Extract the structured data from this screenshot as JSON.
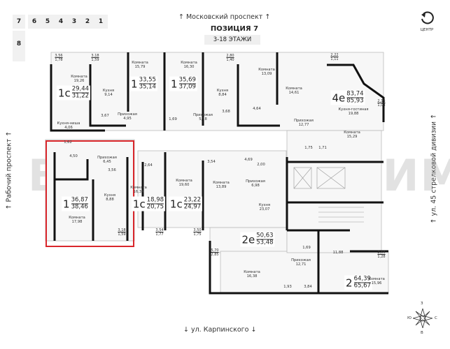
{
  "floor_selector": {
    "floors": [
      "7",
      "6",
      "5",
      "4",
      "3",
      "2",
      "1",
      "8"
    ],
    "selected": "7"
  },
  "header": {
    "title": "ПОЗИЦИЯ 7",
    "subtitle": "3-18 ЭТАЖИ"
  },
  "center_button": {
    "label": "ЦЕНТР",
    "icon": "rotate-ccw-icon"
  },
  "streets": {
    "top": "↑ Московский проспект ↑",
    "bottom": "↓ ул. Карпинского ↓",
    "left": "↑ Рабочий проспект ↑",
    "right": "↑ ул. 45 стрелковой дивизии ↑"
  },
  "watermark": "ВСЯ НЕДВИЖИМОСТЬ",
  "highlight_color": "#d9262b",
  "apartments": [
    {
      "type": "1с",
      "area": "29,44",
      "total": "31,22"
    },
    {
      "type": "1",
      "area": "33,55",
      "total": "35,14"
    },
    {
      "type": "1",
      "area": "35,69",
      "total": "37,09"
    },
    {
      "type": "4е",
      "area": "83,74",
      "total": "85,93"
    },
    {
      "type": "1",
      "area": "36,87",
      "total": "38,46"
    },
    {
      "type": "1с",
      "area": "18,98",
      "total": "20,75"
    },
    {
      "type": "1с",
      "area": "23,22",
      "total": "24,97"
    },
    {
      "type": "2е",
      "area": "50,63",
      "total": "53,48"
    },
    {
      "type": "2",
      "area": "64,39",
      "total": "65,67"
    }
  ],
  "rooms": [
    {
      "name": "Комната",
      "area": "19,26"
    },
    {
      "name": "Кухня-ниша",
      "area": "4,06"
    },
    {
      "name": "Кухня",
      "area": "9,14"
    },
    {
      "name": "Прихожая",
      "area": "4,95"
    },
    {
      "name": "Комната",
      "area": "15,79"
    },
    {
      "name": "Комната",
      "area": "16,30"
    },
    {
      "name": "Прихожая",
      "area": "5,18"
    },
    {
      "name": "Кухня",
      "area": "8,84"
    },
    {
      "name": "Комната",
      "area": "13,09"
    },
    {
      "name": "Комната",
      "area": "14,61"
    },
    {
      "name": "Кухня-гостиная",
      "area": "19,88"
    },
    {
      "name": "Прихожая",
      "area": "12,77"
    },
    {
      "name": "Комната",
      "area": "15,29"
    },
    {
      "name": "Прихожая",
      "area": "6,45"
    },
    {
      "name": "Кухня",
      "area": "8,88"
    },
    {
      "name": "Комната",
      "area": "17,98"
    },
    {
      "name": "Комната",
      "area": "16,34"
    },
    {
      "name": "Комната",
      "area": "19,60"
    },
    {
      "name": "Комната",
      "area": "13,89"
    },
    {
      "name": "Прихожая",
      "area": "6,98"
    },
    {
      "name": "Кухня",
      "area": "23,07"
    },
    {
      "name": "Комната",
      "area": "16,38"
    },
    {
      "name": "Прихожая",
      "area": "12,71"
    },
    {
      "name": "Комната",
      "area": "15,96"
    }
  ],
  "areas": [
    "3,67",
    "1,69",
    "3,68",
    "4,64",
    "1,62",
    "4,50",
    "3,56",
    "2,64",
    "3,54",
    "4,69",
    "2,00",
    "1,75",
    "1,71",
    "1,69",
    "11,88",
    "1,93",
    "3,84"
  ],
  "balconies": [
    {
      "a": "3,56",
      "b": "1,78"
    },
    {
      "a": "3,18",
      "b": "1,59"
    },
    {
      "a": "2,80",
      "b": "1,40"
    },
    {
      "a": "2,22",
      "b": "1,11"
    },
    {
      "a": "2,16",
      "b": "1,08"
    },
    {
      "a": "3,18",
      "b": "1,59"
    },
    {
      "a": "3,54",
      "b": "1,77"
    },
    {
      "a": "3,50",
      "b": "1,75"
    },
    {
      "a": "5,70",
      "b": "2,85"
    },
    {
      "a": "2,56",
      "b": "1,28"
    }
  ],
  "compass": {
    "n": "З",
    "s": "В",
    "w": "Ю",
    "e": "С"
  }
}
